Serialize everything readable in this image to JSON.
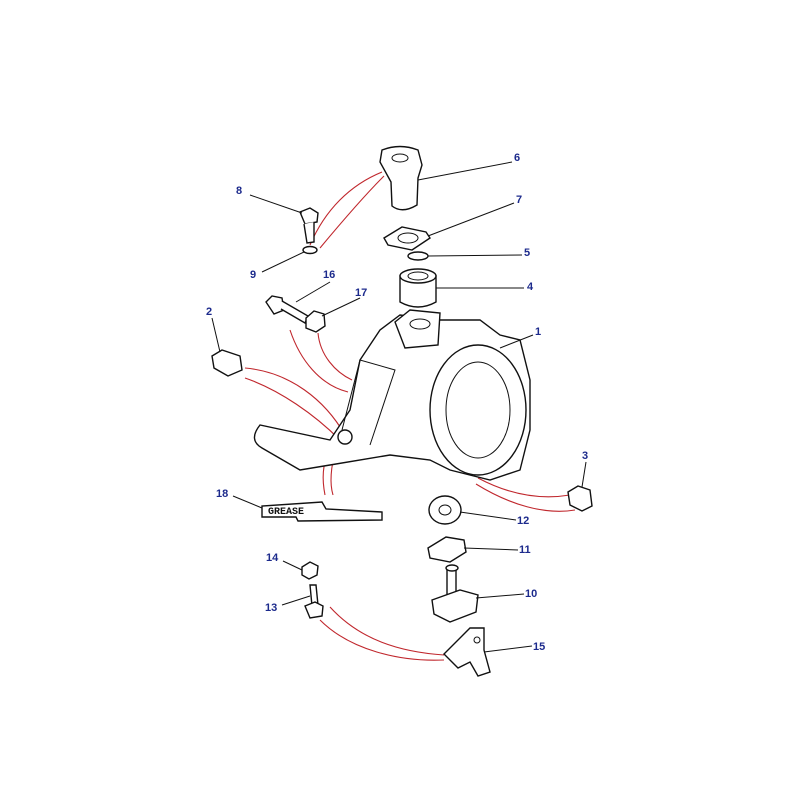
{
  "diagram": {
    "labels": {
      "p1": "1",
      "p2": "2",
      "p3": "3",
      "p4": "4",
      "p5": "5",
      "p6": "6",
      "p7": "7",
      "p8": "8",
      "p9": "9",
      "p10": "10",
      "p11": "11",
      "p12": "12",
      "p13": "13",
      "p14": "14",
      "p15": "15",
      "p16": "16",
      "p17": "17",
      "p18": "18"
    },
    "grease_tube_text": "GREASE",
    "colors": {
      "label": "#1c2a8c",
      "connector": "#c0272d",
      "line": "#111111"
    }
  }
}
